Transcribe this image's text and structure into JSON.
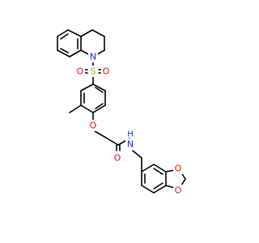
{
  "colors": {
    "bond": "#000000",
    "nitrogen": "#1e2bd6",
    "sulfur": "#b3a31a",
    "oxygen": "#e01010",
    "background": "#ffffff"
  },
  "atoms": {
    "n_ring": "N",
    "s_sulfonyl": "S",
    "o_sulfonyl_left": "O",
    "o_sulfonyl_right": "O",
    "o_ether": "O",
    "o_carbonyl": "O",
    "nh_amide": "N",
    "h_amide": "H",
    "o_dioxole_upper": "O",
    "o_dioxole_lower": "O"
  }
}
